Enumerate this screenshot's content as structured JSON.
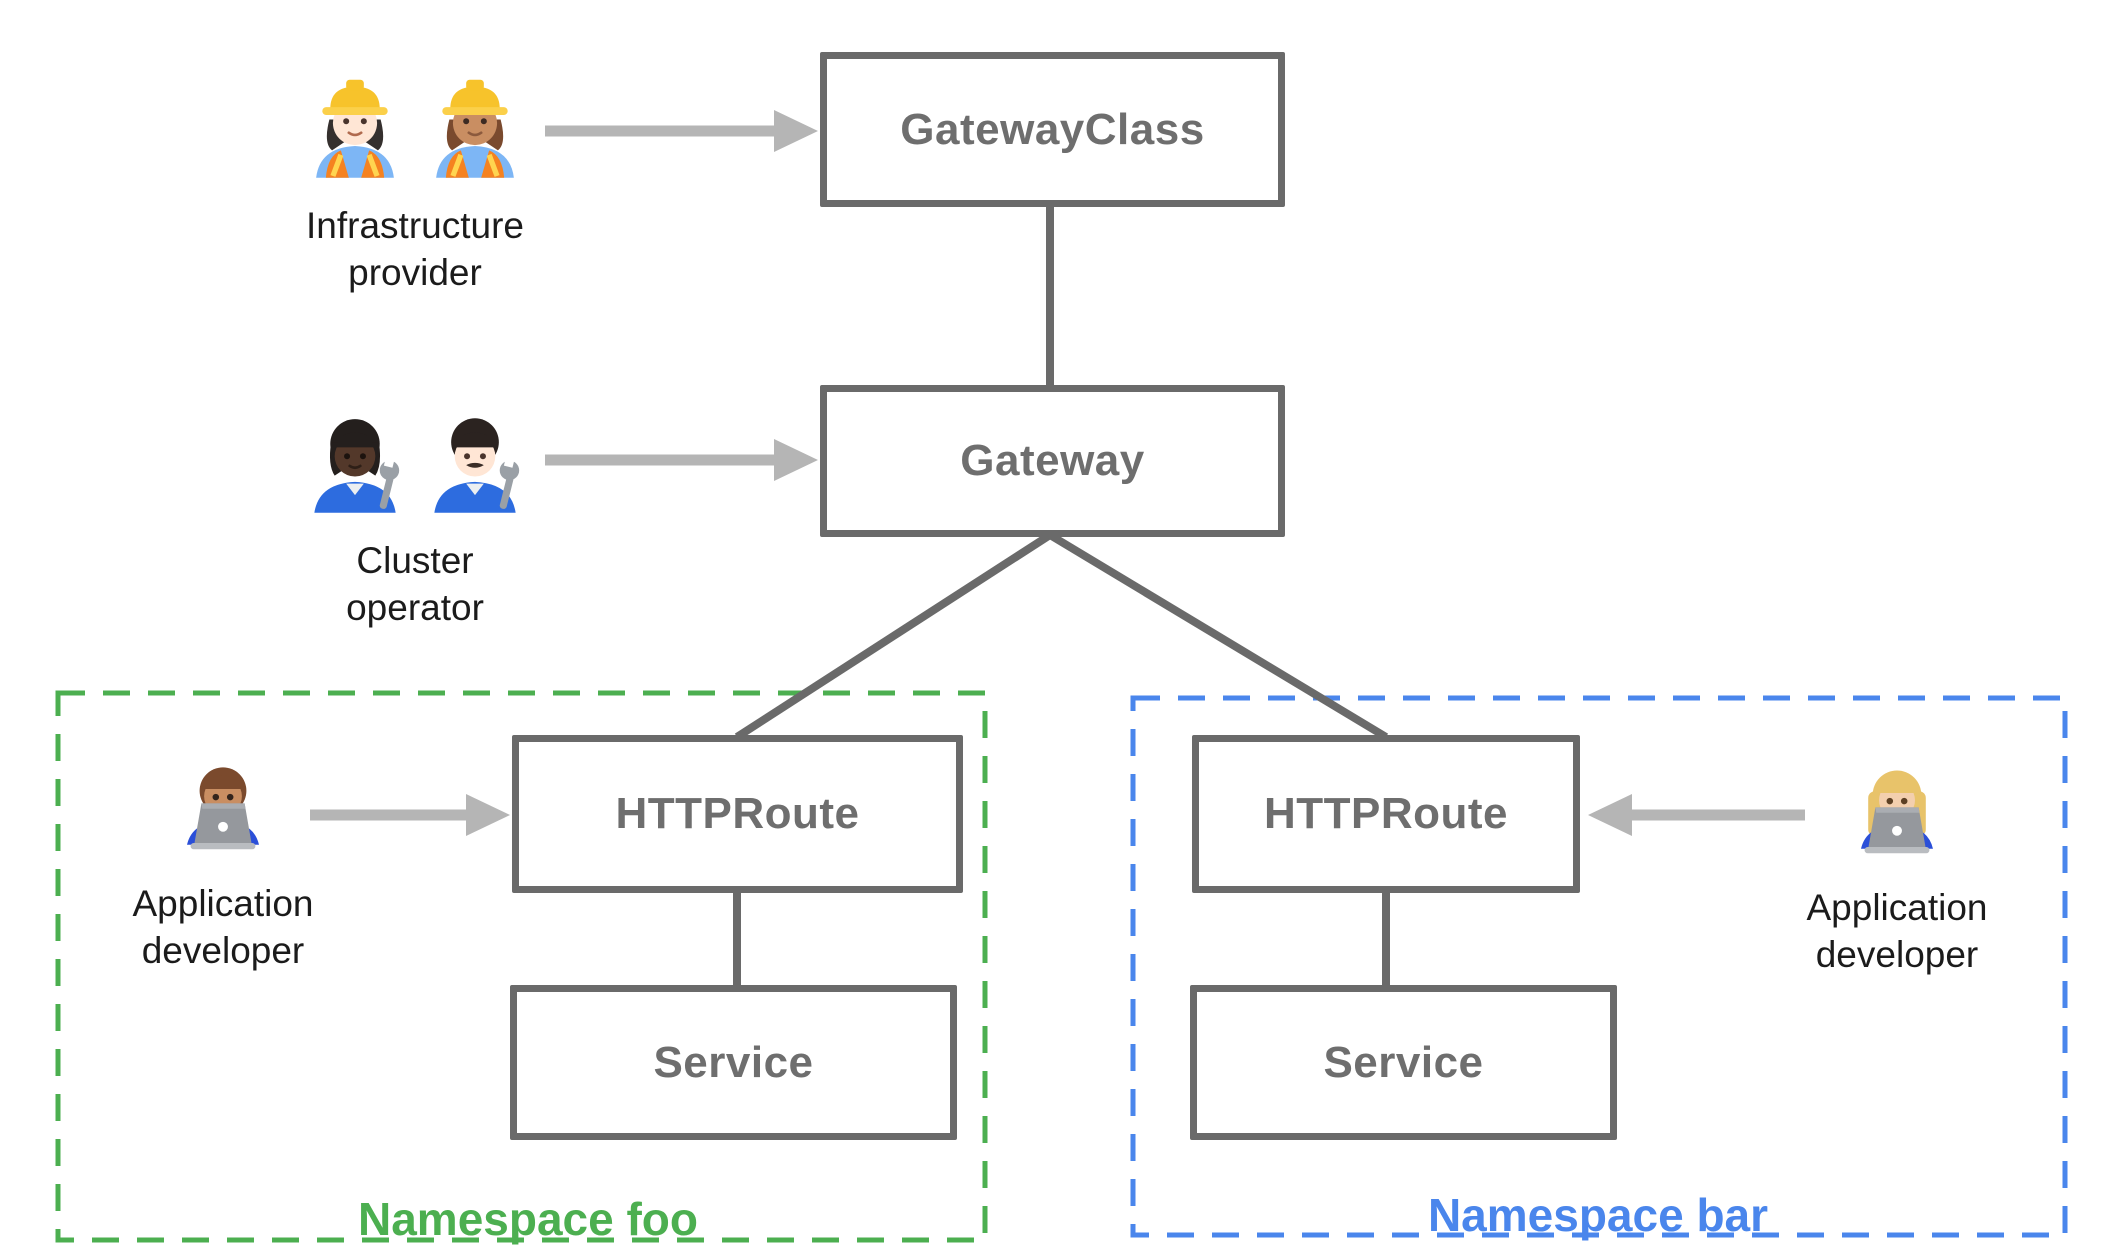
{
  "nodes": {
    "gateway_class": {
      "label": "GatewayClass"
    },
    "gateway": {
      "label": "Gateway"
    },
    "httproute_foo": {
      "label": "HTTPRoute"
    },
    "service_foo": {
      "label": "Service"
    },
    "httproute_bar": {
      "label": "HTTPRoute"
    },
    "service_bar": {
      "label": "Service"
    }
  },
  "personas": {
    "infrastructure_provider": {
      "label_line1": "Infrastructure",
      "label_line2": "provider",
      "icons": [
        "woman-construction-worker-light-skin-icon",
        "woman-construction-worker-medium-skin-icon"
      ]
    },
    "cluster_operator": {
      "label_line1": "Cluster",
      "label_line2": "operator",
      "icons": [
        "person-mechanic-dark-skin-icon",
        "man-mechanic-light-skin-icon"
      ]
    },
    "app_developer_foo": {
      "label_line1": "Application",
      "label_line2": "developer",
      "icons": [
        "man-technologist-icon"
      ]
    },
    "app_developer_bar": {
      "label_line1": "Application",
      "label_line2": "developer",
      "icons": [
        "woman-technologist-icon"
      ]
    }
  },
  "namespaces": {
    "foo": {
      "label": "Namespace foo",
      "color": "#4caf50"
    },
    "bar": {
      "label": "Namespace bar",
      "color": "#4a86ec"
    }
  },
  "colors": {
    "box_border": "#6a6a6a",
    "box_text": "#6e6e6e",
    "connector": "#6a6a6a",
    "arrow": "#b5b5b5",
    "persona_text": "#1b1b1b"
  }
}
